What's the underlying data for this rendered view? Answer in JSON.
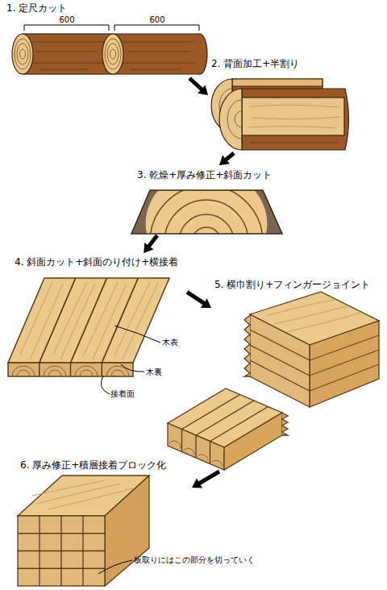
{
  "diagram": {
    "nodes": [
      {
        "text": [
          "1. 定尺カット"
        ]
      },
      {
        "text": [
          "2. 背面加工+半割り"
        ]
      },
      {
        "text": [
          "3. 乾燥+厚み修正+斜面カット"
        ]
      },
      {
        "text": [
          "4. 斜面カット+斜面のり付け+横接着"
        ]
      },
      {
        "text": [
          "5. 横巾割り+フィンガージョイント"
        ]
      },
      {
        "text": [
          "6. 厚み修正+積層接着ブロック化"
        ]
      }
    ],
    "edges": [
      {
        "from": 0,
        "to": 1,
        "arrow": "to"
      },
      {
        "from": 1,
        "to": 2,
        "arrow": "to"
      },
      {
        "from": 2,
        "to": 3,
        "arrow": "to"
      },
      {
        "from": 3,
        "to": 4,
        "arrow": "to"
      },
      {
        "from": 4,
        "to": 5,
        "arrow": "to"
      }
    ],
    "labels": [
      "600",
      "600",
      "木表",
      "木裏",
      "接着面",
      "板取りにはこの部分を切っていく"
    ]
  }
}
